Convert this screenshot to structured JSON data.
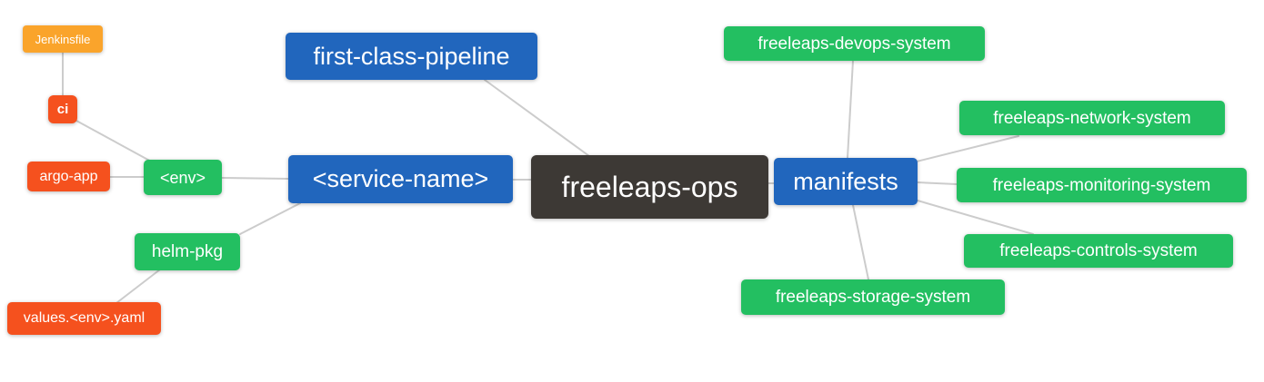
{
  "diagram": {
    "type": "mindmap",
    "root_label": "freeleaps-ops",
    "palette": {
      "blue": "#2166bd",
      "green": "#23bf61",
      "dark": "#3d3935",
      "orange": "#faa42b",
      "red": "#f5511e",
      "edge": "#cccccc",
      "background": "#ffffff",
      "text": "#ffffff"
    },
    "nodes": [
      {
        "id": "jenkinsfile",
        "label": "Jenkinsfile",
        "color": "#faa42b"
      },
      {
        "id": "ci",
        "label": "ci",
        "color": "#f5511e"
      },
      {
        "id": "argo-app",
        "label": "argo-app",
        "color": "#f5511e"
      },
      {
        "id": "env",
        "label": "<env>",
        "color": "#23bf61"
      },
      {
        "id": "helm-pkg",
        "label": "helm-pkg",
        "color": "#23bf61"
      },
      {
        "id": "values-env-yaml",
        "label": "values.<env>.yaml",
        "color": "#f5511e"
      },
      {
        "id": "first-class-pipeline",
        "label": "first-class-pipeline",
        "color": "#2166bd"
      },
      {
        "id": "service-name",
        "label": "<service-name>",
        "color": "#2166bd"
      },
      {
        "id": "freeleaps-ops",
        "label": "freeleaps-ops",
        "color": "#3d3935"
      },
      {
        "id": "manifests",
        "label": "manifests",
        "color": "#2166bd"
      },
      {
        "id": "freeleaps-devops-system",
        "label": "freeleaps-devops-system",
        "color": "#23bf61"
      },
      {
        "id": "freeleaps-network-system",
        "label": "freeleaps-network-system",
        "color": "#23bf61"
      },
      {
        "id": "freeleaps-monitoring-system",
        "label": "freeleaps-monitoring-system",
        "color": "#23bf61"
      },
      {
        "id": "freeleaps-controls-system",
        "label": "freeleaps-controls-system",
        "color": "#23bf61"
      },
      {
        "id": "freeleaps-storage-system",
        "label": "freeleaps-storage-system",
        "color": "#23bf61"
      }
    ],
    "edges": [
      [
        "jenkinsfile",
        "ci"
      ],
      [
        "ci",
        "env"
      ],
      [
        "argo-app",
        "env"
      ],
      [
        "env",
        "service-name"
      ],
      [
        "service-name",
        "helm-pkg"
      ],
      [
        "helm-pkg",
        "values-env-yaml"
      ],
      [
        "first-class-pipeline",
        "freeleaps-ops"
      ],
      [
        "service-name",
        "freeleaps-ops"
      ],
      [
        "freeleaps-ops",
        "manifests"
      ],
      [
        "manifests",
        "freeleaps-devops-system"
      ],
      [
        "manifests",
        "freeleaps-network-system"
      ],
      [
        "manifests",
        "freeleaps-monitoring-system"
      ],
      [
        "manifests",
        "freeleaps-controls-system"
      ],
      [
        "manifests",
        "freeleaps-storage-system"
      ]
    ]
  }
}
